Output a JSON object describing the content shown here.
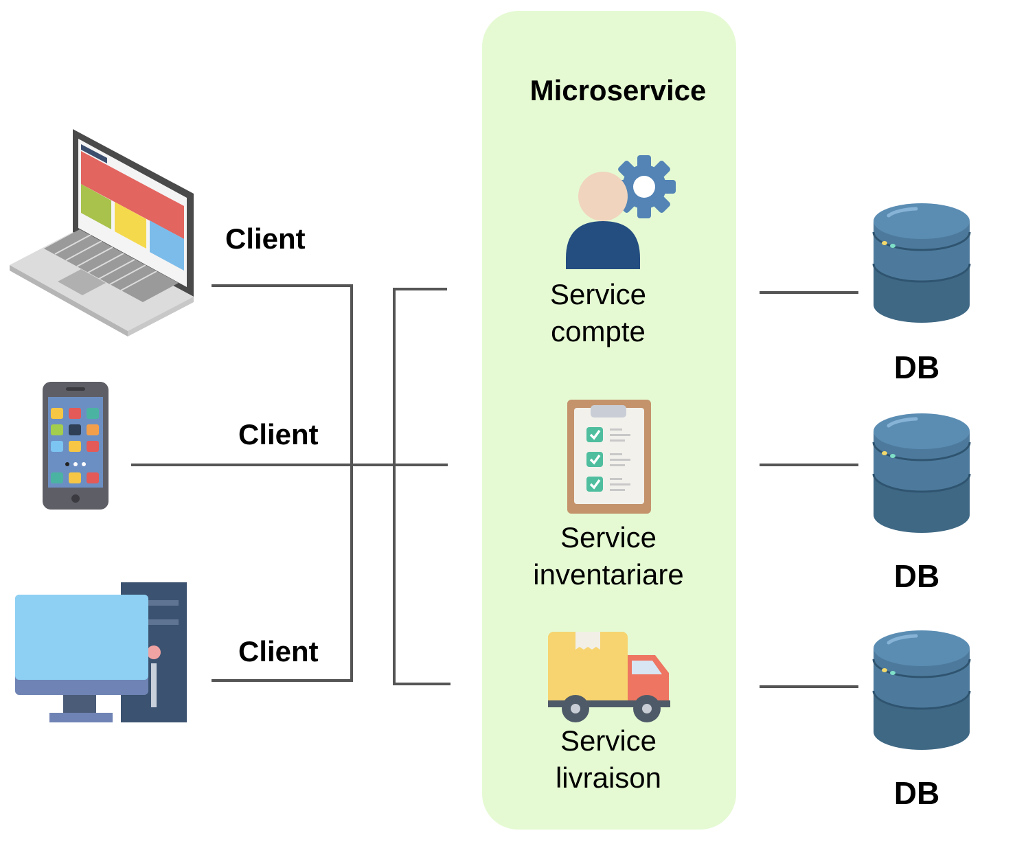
{
  "microservice": {
    "title": "Microservice",
    "services": [
      {
        "line1": "Service",
        "line2": "compte",
        "icon": "user-gear-icon"
      },
      {
        "line1": "Service",
        "line2": "inventariare",
        "icon": "clipboard-checklist-icon"
      },
      {
        "line1": "Service",
        "line2": "livraison",
        "icon": "delivery-truck-icon"
      }
    ],
    "panel_color": "#e5fad3"
  },
  "clients": [
    {
      "label": "Client",
      "icon": "laptop-icon"
    },
    {
      "label": "Client",
      "icon": "smartphone-icon"
    },
    {
      "label": "Client",
      "icon": "desktop-computer-icon"
    }
  ],
  "databases": [
    {
      "label": "DB",
      "icon": "database-icon"
    },
    {
      "label": "DB",
      "icon": "database-icon"
    },
    {
      "label": "DB",
      "icon": "database-icon"
    }
  ],
  "colors": {
    "connector": "#555555",
    "db_body": "#4d7a9c",
    "db_top": "#5b8db3"
  }
}
